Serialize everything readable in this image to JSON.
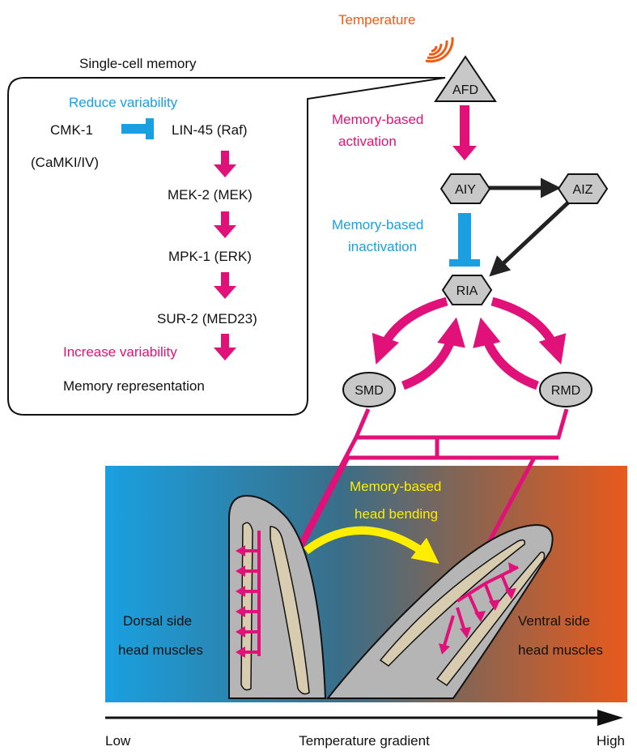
{
  "labels": {
    "temperature": "Temperature",
    "single_cell_memory": "Single-cell memory",
    "reduce_variability": "Reduce variability",
    "cmk1": "CMK-1",
    "camki": "(CaMKI/IV)",
    "lin45": "LIN-45 (Raf)",
    "mek2": "MEK-2 (MEK)",
    "mpk1": "MPK-1 (ERK)",
    "sur2": "SUR-2 (MED23)",
    "increase_variability": "Increase variability",
    "memory_representation": "Memory representation",
    "activation_line1": "Memory-based",
    "activation_line2": "activation",
    "inactivation_line1": "Memory-based",
    "inactivation_line2": "inactivation",
    "bending_line1": "Memory-based",
    "bending_line2": "head bending",
    "dorsal_line1": "Dorsal side",
    "dorsal_line2": "head muscles",
    "ventral_line1": "Ventral side",
    "ventral_line2": "head muscles",
    "axis_low": "Low",
    "axis_title": "Temperature gradient",
    "axis_high": "High"
  },
  "nodes": {
    "afd": "AFD",
    "aiy": "AIY",
    "aiz": "AIZ",
    "ria": "RIA",
    "smd": "SMD",
    "rmd": "RMD"
  },
  "colors": {
    "magenta": "#e0127a",
    "blue": "#1aa0e0",
    "orange": "#f05a14",
    "yellow": "#ffee00",
    "node_fill": "#c8c8c8",
    "gradient_left": "#1aa0e0",
    "gradient_right": "#e85a1c"
  },
  "icons": {
    "temperature_signal": "wave-signal-icon"
  }
}
